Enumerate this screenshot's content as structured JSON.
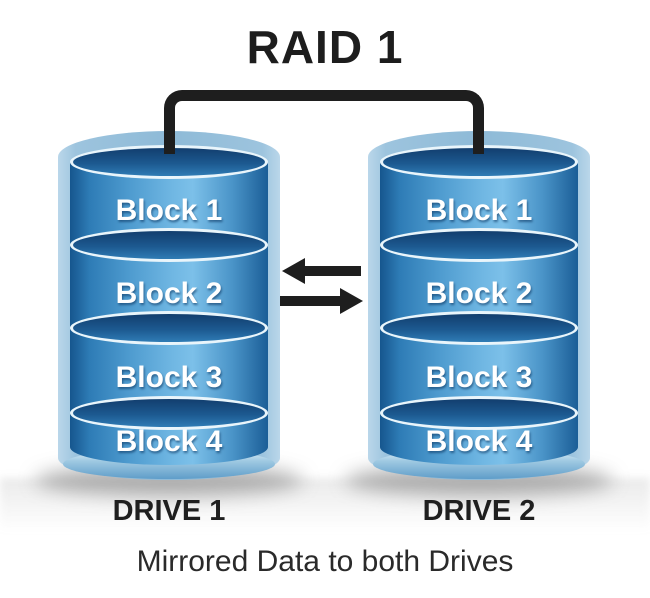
{
  "title": "RAID 1",
  "caption": "Mirrored Data to both Drives",
  "drives": [
    {
      "name": "DRIVE 1",
      "blocks": [
        "Block 1",
        "Block 2",
        "Block 3",
        "Block 4"
      ]
    },
    {
      "name": "DRIVE 2",
      "blocks": [
        "Block 1",
        "Block 2",
        "Block 3",
        "Block 4"
      ]
    }
  ],
  "arrows": [
    {
      "icon": "arrow-left-icon",
      "direction": "left"
    },
    {
      "icon": "arrow-right-icon",
      "direction": "right"
    }
  ],
  "connector": {
    "icon": "mirror-link-bracket",
    "from": "DRIVE 1",
    "to": "DRIVE 2"
  },
  "colors": {
    "ink": "#1e1e1e",
    "background": "#ffffff",
    "casing_light_blue": "#9dc4de",
    "cylinder_body_dark": "#16568e",
    "cylinder_body_light": "#7cc0e9",
    "cylinder_top_dark": "#123e6e",
    "rim_white": "#e9f5fb",
    "block_text": "#ffffff"
  }
}
